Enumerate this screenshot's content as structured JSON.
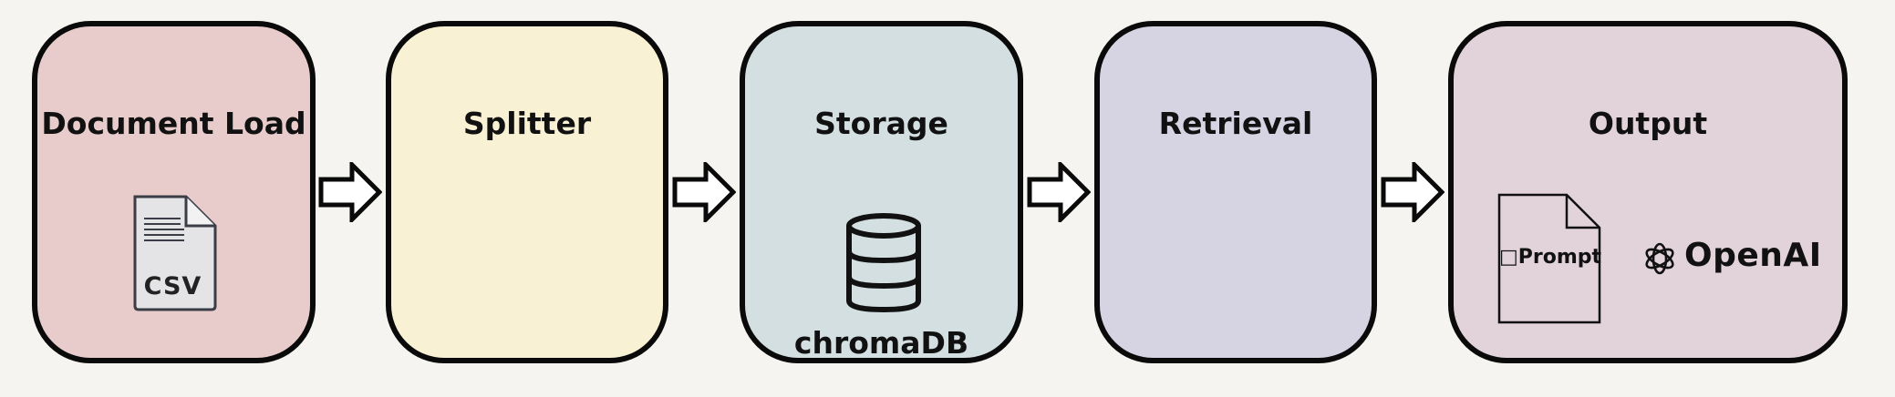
{
  "stages": [
    {
      "title": "Document Load",
      "color": "#e8cbcb"
    },
    {
      "title": "Splitter",
      "color": "#f9f1d4"
    },
    {
      "title": "Storage",
      "color": "#d4dfe2"
    },
    {
      "title": "Retrieval",
      "color": "#d6d3e3"
    },
    {
      "title": "Output",
      "color": "#e2d3da"
    }
  ],
  "load": {
    "icon": "csv-file-icon",
    "file_label": "CSV"
  },
  "storage": {
    "icon": "database-icon",
    "db_label": "chromaDB"
  },
  "output": {
    "prompt_label": "□Prompt",
    "brand_label": "OpenAI",
    "brand_icon": "openai-logo-icon"
  },
  "connectors": [
    "arrow-right-icon",
    "arrow-right-icon",
    "arrow-right-icon",
    "arrow-right-icon"
  ]
}
